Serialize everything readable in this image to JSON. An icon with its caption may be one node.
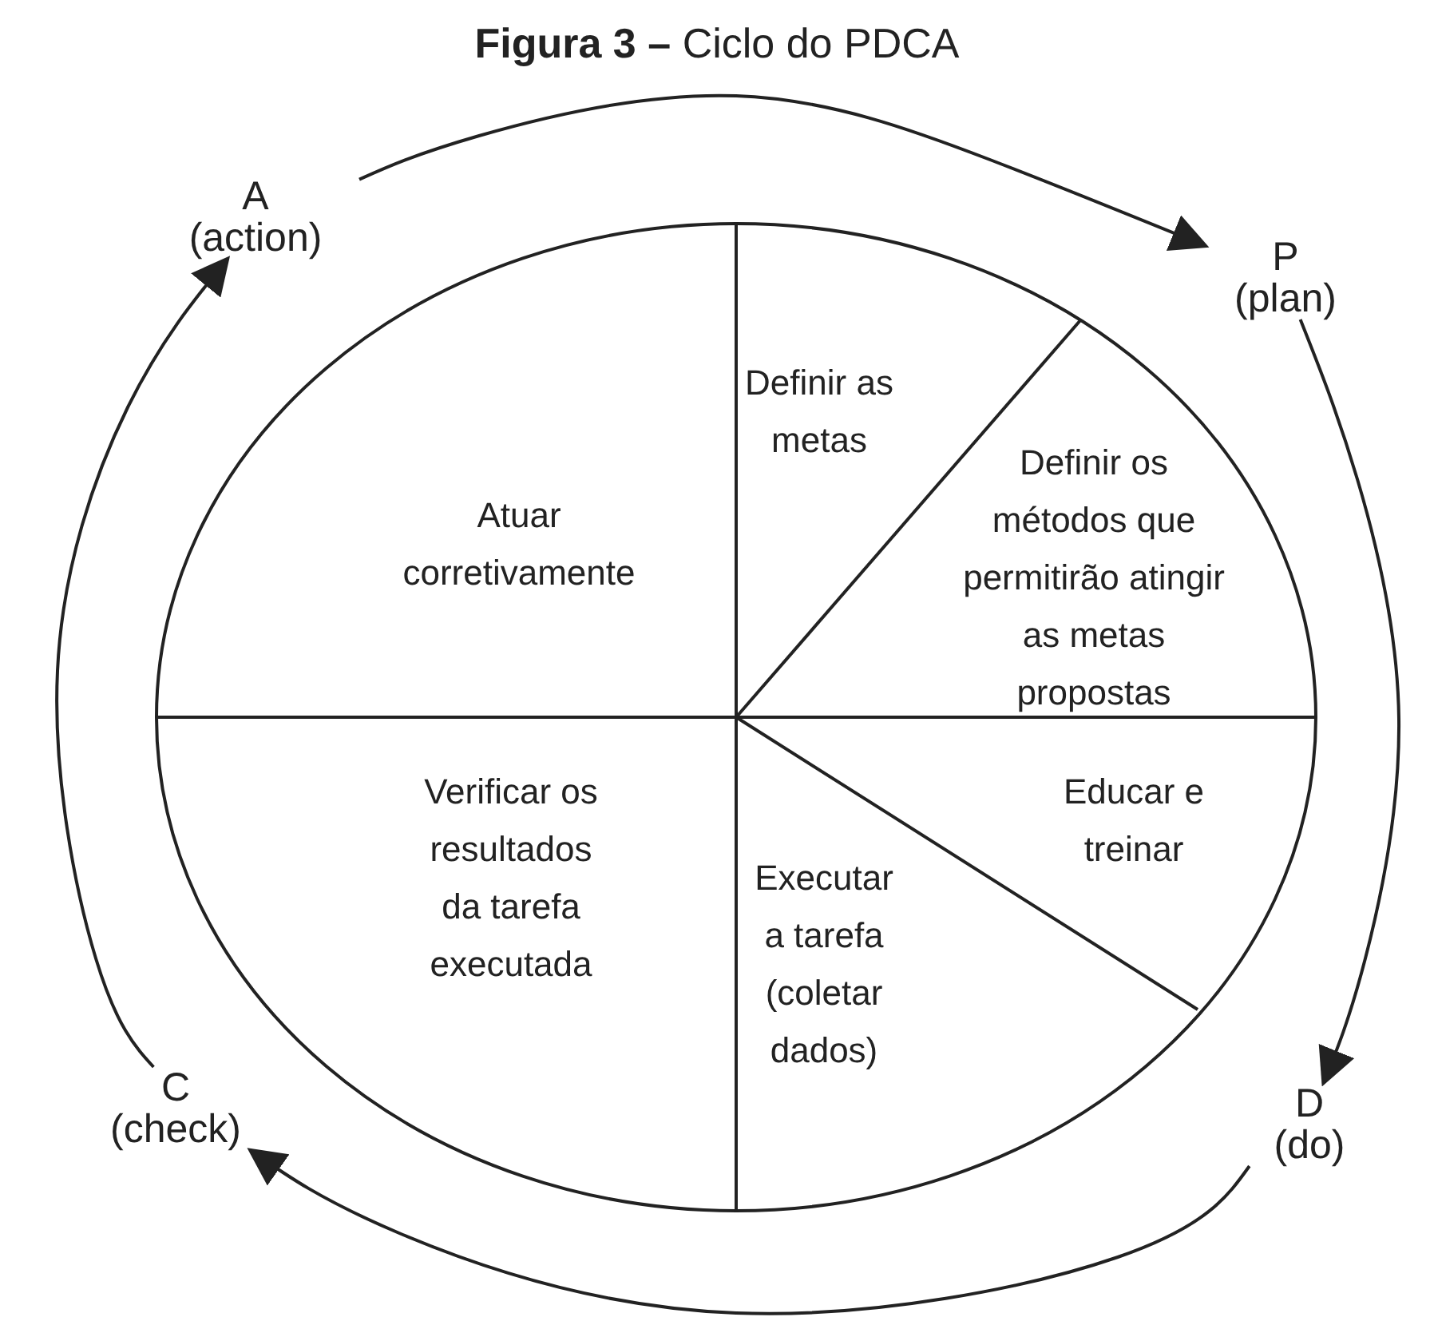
{
  "diagram": {
    "title": "**Figura 3 –** Ciclo do PDCA",
    "nodes": [
      {
        "text": [
          "A",
          "(action)"
        ]
      },
      {
        "text": [
          "P",
          "(plan)"
        ]
      },
      {
        "text": [
          "D",
          "(do)"
        ]
      },
      {
        "text": [
          "C",
          "(check)"
        ]
      },
      {
        "text": [
          "Atuar corretivamente"
        ]
      },
      {
        "text": [
          "Definir as metas"
        ]
      },
      {
        "text": [
          "Definir os métodos que permitirão atingir as metas propostas"
        ]
      },
      {
        "text": [
          "Educar e treinar"
        ]
      },
      {
        "text": [
          "Executar a tarefa (coletar dados)"
        ]
      },
      {
        "text": [
          "Verificar os resultados da tarefa executada"
        ]
      }
    ],
    "edges": [
      {
        "from": 0,
        "to": 1,
        "arrow": "to"
      },
      {
        "from": 1,
        "to": 2,
        "arrow": "to"
      },
      {
        "from": 2,
        "to": 3,
        "arrow": "to"
      },
      {
        "from": 3,
        "to": 0,
        "arrow": "to"
      }
    ]
  }
}
